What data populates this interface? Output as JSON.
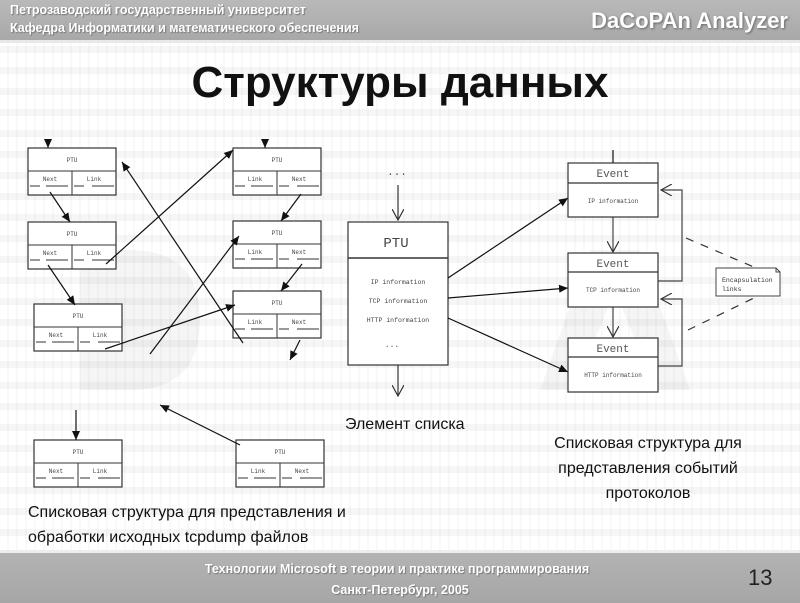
{
  "header": {
    "university": "Петрозаводский государственный университет",
    "department": "Кафедра Информатики и математического обеспечения",
    "brand": "DaCoPAn Analyzer"
  },
  "title": "Структуры данных",
  "left_diagram": {
    "node_title": "PTU",
    "next_label": "Next",
    "link_label": "Link",
    "caption": [
      "Списковая структура для представления и",
      "обработки исходных tcpdump файлов"
    ]
  },
  "center_diagram": {
    "title": "PTU",
    "ellipsis": "...",
    "fields": [
      "IP information",
      "TCP information",
      "HTTP information",
      "..."
    ],
    "caption": "Элемент списка"
  },
  "right_diagram": {
    "events": [
      {
        "title": "Event",
        "info": "IP information"
      },
      {
        "title": "Event",
        "info": "TCP information"
      },
      {
        "title": "Event",
        "info": "HTTP information"
      }
    ],
    "note": [
      "Encapsulation",
      "links"
    ],
    "caption": [
      "Списковая структура для",
      "представления событий",
      "протоколов"
    ]
  },
  "footer": {
    "line1": "Технологии Microsoft в теории и практике программирования",
    "line2": "Санкт-Петербург, 2005",
    "page_number": "13"
  }
}
